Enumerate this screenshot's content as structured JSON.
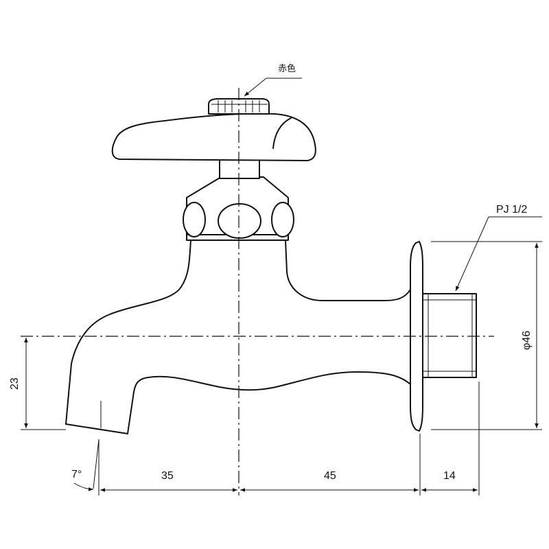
{
  "labels": {
    "color_note": "赤色",
    "thread_spec": "PJ 1/2",
    "angle": "7°",
    "dim_35": "35",
    "dim_45": "45",
    "dim_14": "14",
    "dim_23": "23",
    "dim_diameter": "φ46"
  }
}
